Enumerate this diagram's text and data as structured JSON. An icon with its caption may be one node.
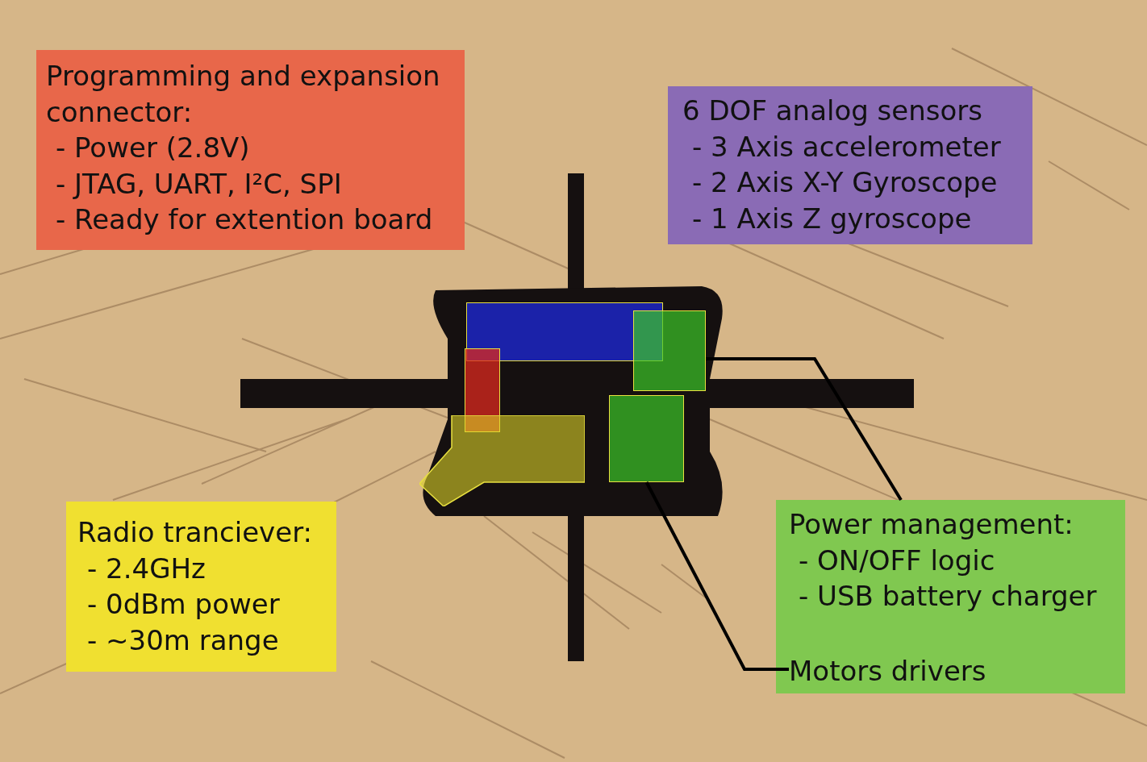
{
  "diagram": {
    "nodes": [
      {
        "text": [
          "Programming and expansion connector:",
          "- Power (2.8V)",
          "- JTAG, UART, I²C, SPI",
          "- Ready for extention board"
        ]
      },
      {
        "text": [
          "6 DOF analog sensors",
          "- 3 Axis accelerometer",
          "- 2 Axis X-Y Gyroscope",
          "- 1 Axis Z gyroscope"
        ]
      },
      {
        "text": [],
        "shape": "box"
      },
      {
        "text": [],
        "shape": "box"
      },
      {
        "text": [],
        "shape": "box"
      },
      {
        "text": [],
        "shape": "box"
      },
      {
        "text": [],
        "shape": "box"
      },
      {
        "text": [
          "Radio tranciever:",
          "- 2.4GHz",
          "- 0dBm power",
          "- ~30m range"
        ]
      },
      {
        "text": [
          "Power management:",
          "- ON/OFF logic",
          "- USB battery charger"
        ]
      },
      {
        "text": [
          "Motors drivers"
        ],
        "in": 8
      }
    ],
    "edges": [
      {
        "from": 8,
        "to": 3,
        "arrow": "none"
      },
      {
        "from": 9,
        "to": 5,
        "arrow": "none"
      }
    ]
  }
}
